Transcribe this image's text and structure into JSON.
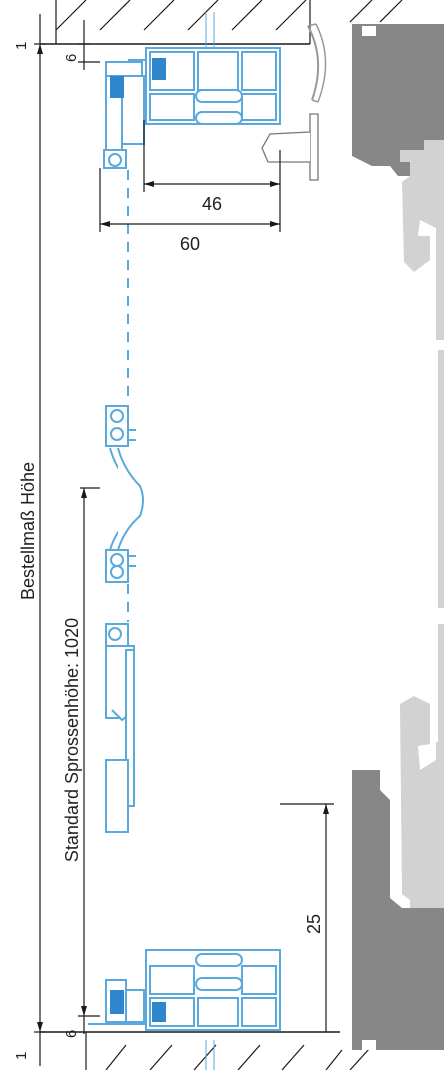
{
  "colors": {
    "profile_stroke": "#5aa9dc",
    "profile_fill": "#ffffff",
    "profile_accent": "#2f86cc",
    "dark_gray": "#878787",
    "light_gray": "#d2d2d2",
    "line": "#1a1a1a"
  },
  "labels": {
    "order_height": "Bestellmaß Höhe",
    "standard_height": "Standard Sprossenhöhe: 1020"
  },
  "dimensions": {
    "top_gap": "1",
    "bottom_gap": "1",
    "top_offset": "6",
    "bottom_offset": "6",
    "width_inner": "46",
    "width_outer": "60",
    "bottom_height": "25"
  }
}
